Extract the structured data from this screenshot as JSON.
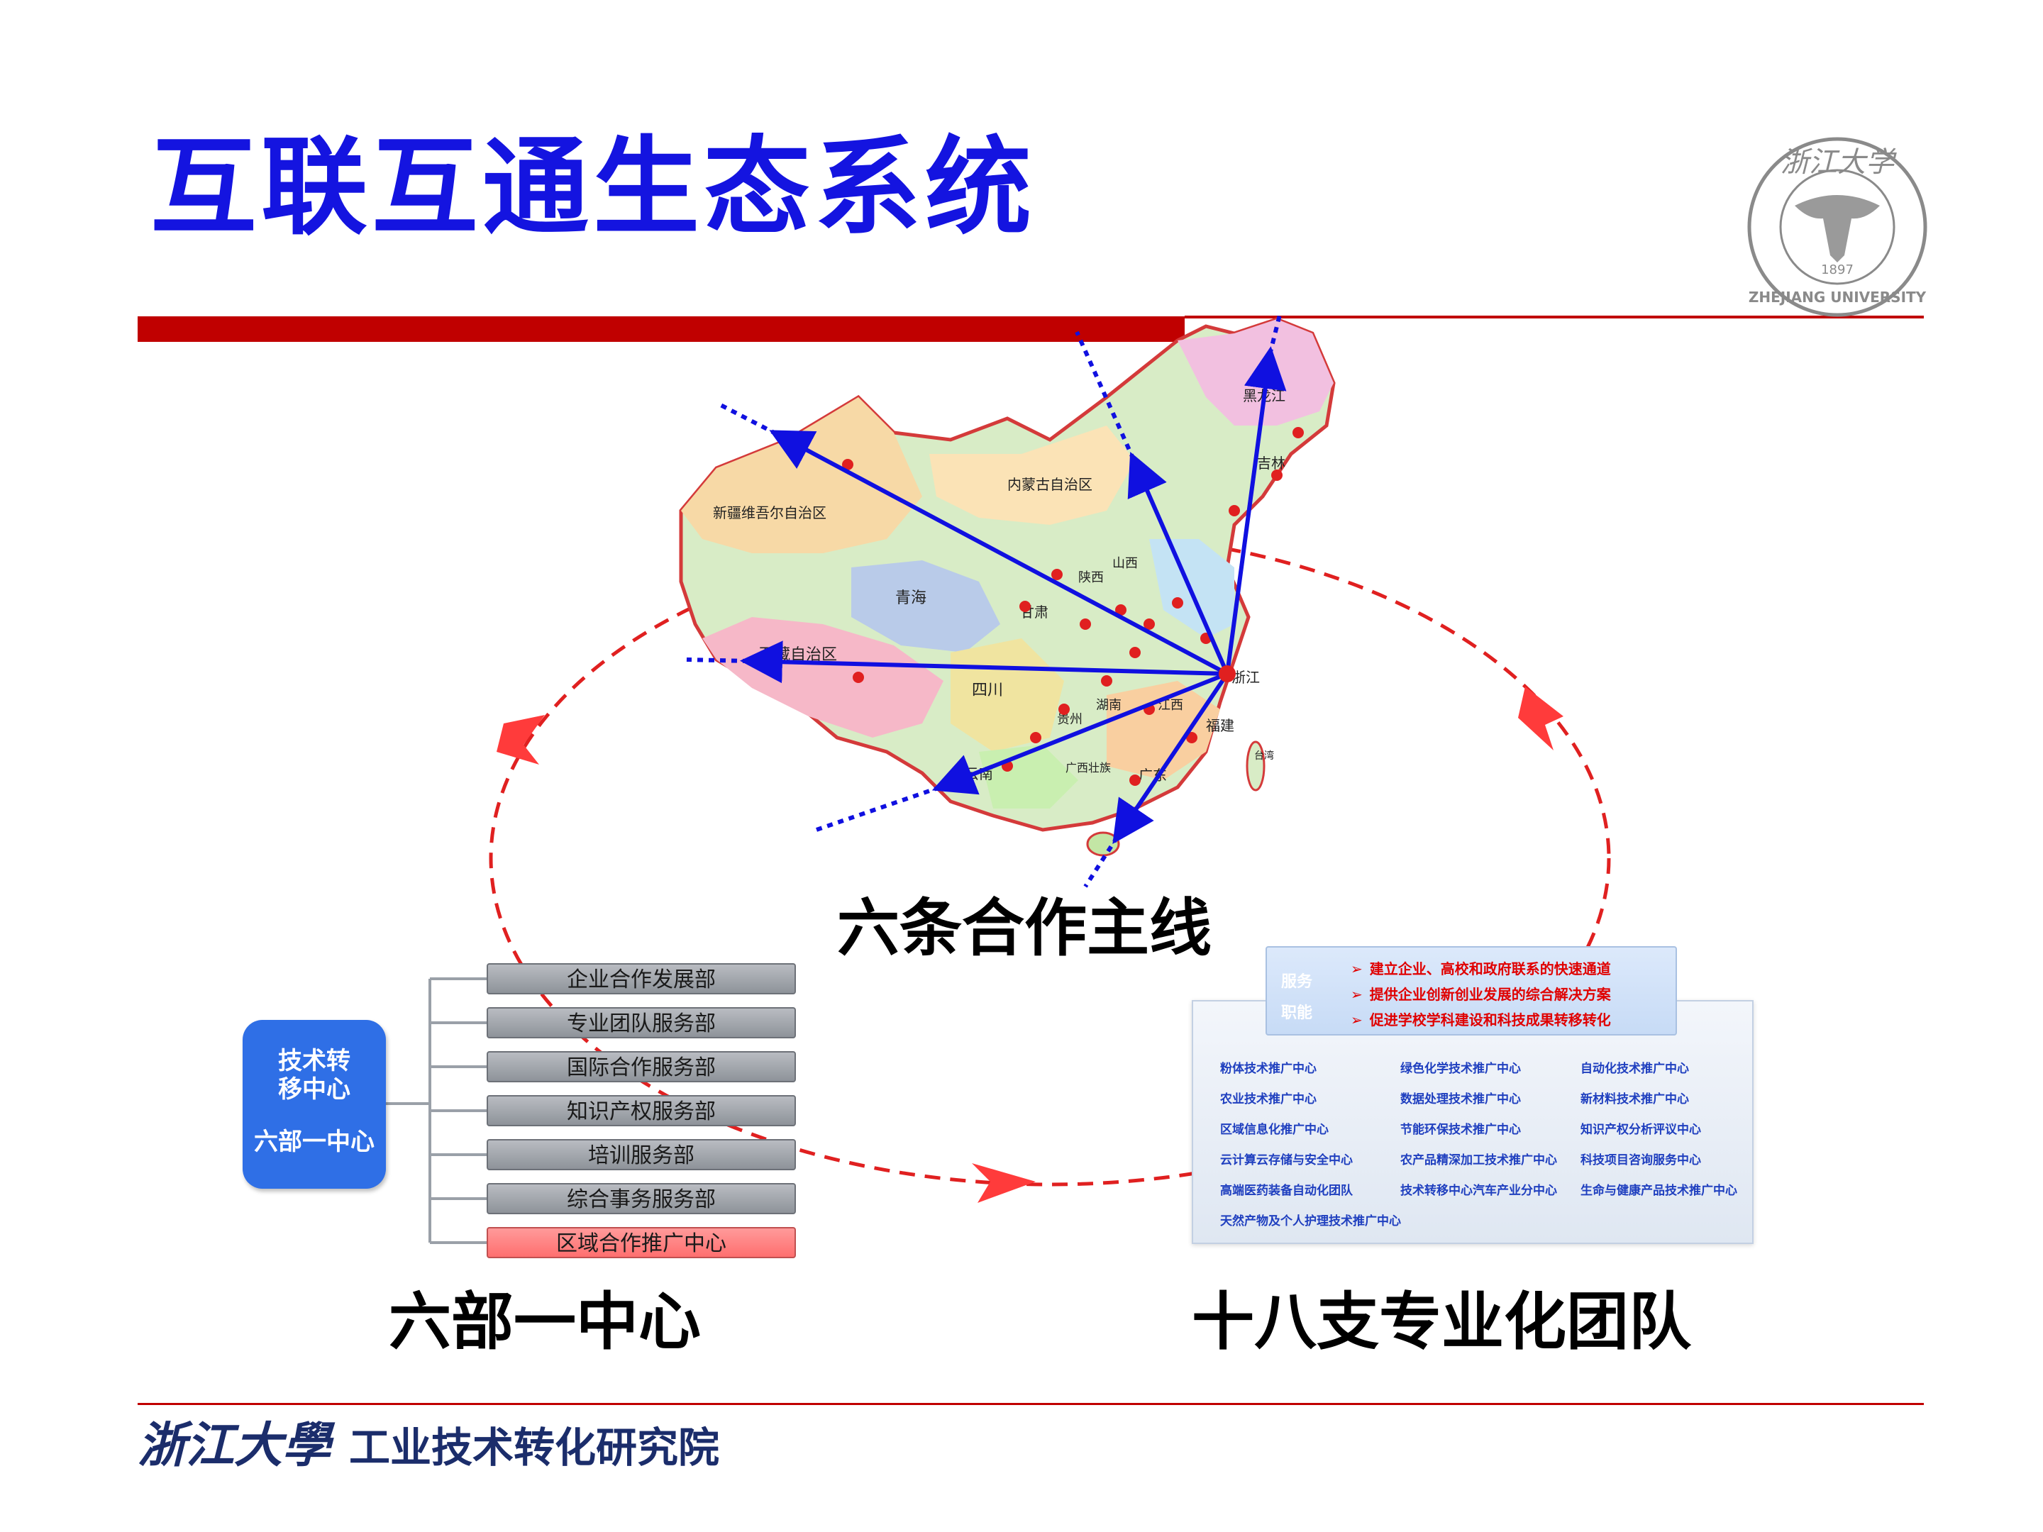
{
  "title": "互联互通生态系统",
  "logo": {
    "seal_text_top": "浙江大学",
    "seal_text_bottom": "ZHEJIANG UNIVERSITY",
    "seal_year": "1897"
  },
  "map": {
    "regions": [
      {
        "name": "新疆维吾尔自治区"
      },
      {
        "name": "西藏自治区"
      },
      {
        "name": "青海"
      },
      {
        "name": "四川"
      },
      {
        "name": "甘肃"
      },
      {
        "name": "内蒙古自治区"
      },
      {
        "name": "黑龙江"
      },
      {
        "name": "吉林"
      },
      {
        "name": "山西"
      },
      {
        "name": "陕西"
      },
      {
        "name": "湖南"
      },
      {
        "name": "贵州"
      },
      {
        "name": "云南"
      },
      {
        "name": "广西壮族"
      },
      {
        "name": "广东"
      },
      {
        "name": "福建"
      },
      {
        "name": "江西"
      },
      {
        "name": "浙江"
      },
      {
        "name": "台湾"
      }
    ],
    "hub": "浙江"
  },
  "labels": {
    "six_lines": "六条合作主线",
    "six_departments": "六部一中心",
    "eighteen_teams": "十八支专业化团队"
  },
  "org_chart": {
    "center_line1": "技术转",
    "center_line2": "移中心",
    "center_line3": "六部一中心",
    "departments": [
      {
        "label": "企业合作发展部",
        "highlight": false
      },
      {
        "label": "专业团队服务部",
        "highlight": false
      },
      {
        "label": "国际合作服务部",
        "highlight": false
      },
      {
        "label": "知识产权服务部",
        "highlight": false
      },
      {
        "label": "培训服务部",
        "highlight": false
      },
      {
        "label": "综合事务服务部",
        "highlight": false
      },
      {
        "label": "区域合作推广中心",
        "highlight": true
      }
    ]
  },
  "services": {
    "label_line1": "服务",
    "label_line2": "职能",
    "items": [
      "建立企业、高校和政府联系的快速通道",
      "提供企业创新创业发展的综合解决方案",
      "促进学校学科建设和科技成果转移转化"
    ]
  },
  "teams": [
    [
      "粉体技术推广中心",
      "绿色化学技术推广中心",
      "自动化技术推广中心"
    ],
    [
      "农业技术推广中心",
      "数据处理技术推广中心",
      "新材料技术推广中心"
    ],
    [
      "区域信息化推广中心",
      "节能环保技术推广中心",
      "知识产权分析评议中心"
    ],
    [
      "云计算云存储与安全中心",
      "农产品精深加工技术推广中心",
      "科技项目咨询服务中心"
    ],
    [
      "高端医药装备自动化团队",
      "技术转移中心汽车产业分中心",
      "生命与健康产品技术推广中心"
    ],
    [
      "天然产物及个人护理技术推广中心"
    ]
  ],
  "footer": {
    "logo_script": "浙江大學",
    "institute": "工业技术转化研究院"
  },
  "colors": {
    "title": "#1414e0",
    "accent_red": "#c00000",
    "arrow_blue": "#1010e0",
    "cycle_red": "#e02020",
    "center_box": "#2f6fe6",
    "footer_text": "#1b2d6b"
  }
}
